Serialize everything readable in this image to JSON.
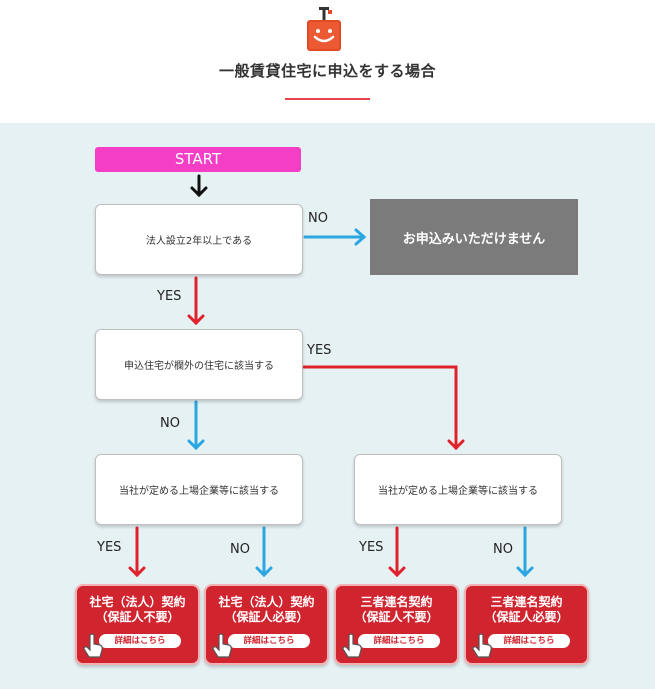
{
  "header": {
    "title": "一般賃貸住宅に申込をする場合"
  },
  "nodes": {
    "start": "START",
    "q1": "法人設立2年以上である",
    "reject": "お申込みいただけません",
    "q2": "申込住宅が欄外の住宅に該当する",
    "q3": "当社が定める上場企業等に該当する",
    "q4": "当社が定める上場企業等に該当する"
  },
  "labels": {
    "q1_no": "NO",
    "q1_yes": "YES",
    "q2_yes": "YES",
    "q2_no": "NO",
    "q3_yes": "YES",
    "q3_no": "NO",
    "q4_yes": "YES",
    "q4_no": "NO"
  },
  "results": [
    {
      "line1": "社宅（法人）契約",
      "line2": "（保証人不要）",
      "link": "詳細はこちら"
    },
    {
      "line1": "社宅（法人）契約",
      "line2": "（保証人必要）",
      "link": "詳細はこちら"
    },
    {
      "line1": "三者連名契約",
      "line2": "（保証人不要）",
      "link": "詳細はこちら"
    },
    {
      "line1": "三者連名契約",
      "line2": "（保証人必要）",
      "link": "詳細はこちら"
    }
  ],
  "colors": {
    "yes_arrow": "#e0222d",
    "no_arrow": "#2aa7e0",
    "start": "#f33ec5",
    "result": "#d0242f"
  }
}
